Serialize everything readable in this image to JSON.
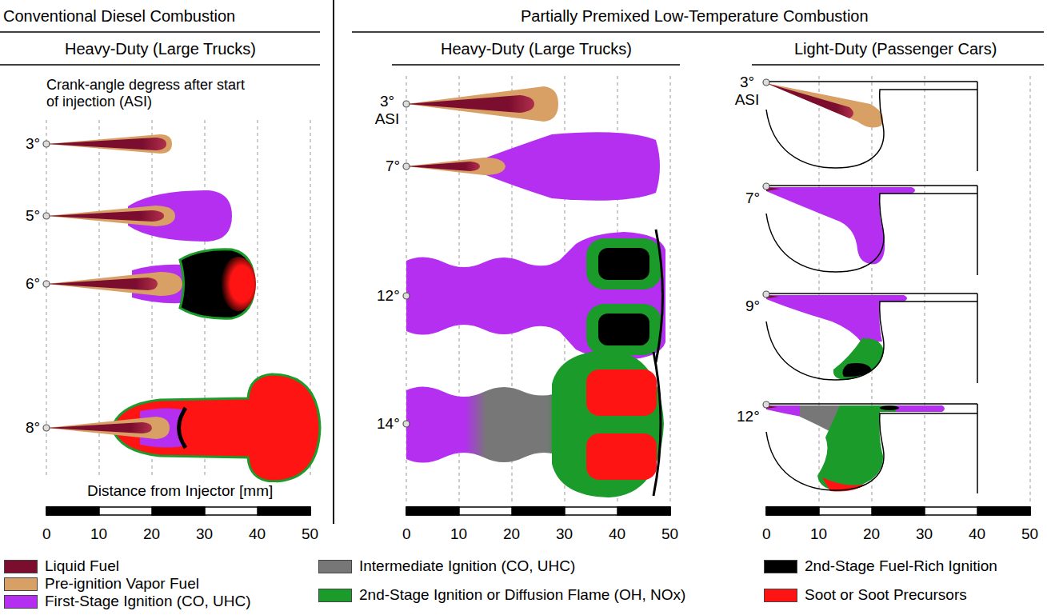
{
  "diagram": {
    "labels": [
      "Conventional Diesel Combustion",
      "Partially Premixed Low-Temperature Combustion",
      "Heavy-Duty (Large Trucks)",
      "Heavy-Duty (Large Trucks)",
      "Light-Duty (Passenger Cars)",
      "Crank-angle degress after start of injection (ASI)",
      "3°",
      "5°",
      "6°",
      "8°",
      "3° ASI",
      "7°",
      "12°",
      "14°",
      "3° ASI",
      "7°",
      "9°",
      "12°",
      "Distance from Injector [mm]",
      "0",
      "10",
      "20",
      "30",
      "40",
      "50",
      "0",
      "10",
      "20",
      "30",
      "40",
      "50",
      "0",
      "10",
      "20",
      "30",
      "40",
      "50"
    ],
    "legend": [
      {
        "text": "Liquid Fuel",
        "color": "#7b0d2e"
      },
      {
        "text": "Pre-ignition Vapor Fuel",
        "color": "#d9a066"
      },
      {
        "text": "First-Stage Ignition (CO, UHC)",
        "color": "#b42ff0"
      },
      {
        "text": "Intermediate Ignition (CO, UHC)",
        "color": "#777777"
      },
      {
        "text": "2nd-Stage Ignition or Diffusion Flame (OH, NOx)",
        "color": "#1b9c2a"
      },
      {
        "text": "2nd-Stage Fuel-Rich Ignition",
        "color": "#000000"
      },
      {
        "text": "Soot or Soot Precursors",
        "color": "#ff1414"
      }
    ]
  }
}
